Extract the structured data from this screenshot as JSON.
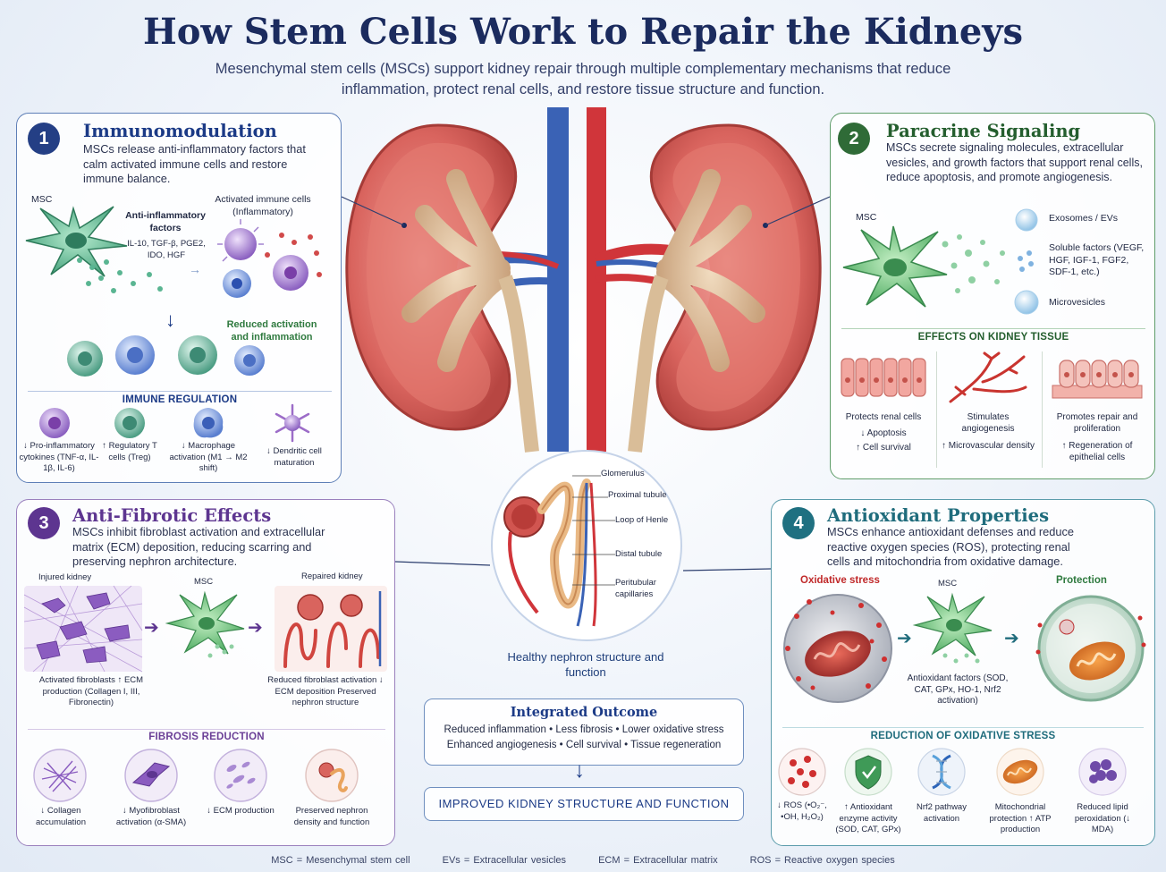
{
  "header": {
    "title": "How Stem Cells Work to Repair the Kidneys",
    "subtitle": "Mesenchymal stem cells (MSCs) support kidney repair through multiple complementary mechanisms that reduce inflammation, protect renal cells, and restore tissue structure and function."
  },
  "colors": {
    "navy": "#1b2b5e",
    "blue_panel": "#2c4f95",
    "green_panel": "#2f7a3f",
    "purple_panel": "#6a3f96",
    "teal_panel": "#207585",
    "oxidative_red": "#c0292a"
  },
  "panel1": {
    "number": "1",
    "title": "Immunomodulation",
    "desc": "MSCs release anti-inflammatory factors that calm activated immune cells and restore immune balance.",
    "msc_label": "MSC",
    "factors_label": "Anti-inflammatory factors",
    "factors_list": "IL-10, TGF-β, PGE2, IDO, HGF",
    "activated_label": "Activated immune cells (Inflammatory)",
    "reduced_label": "Reduced activation and inflammation",
    "section": "IMMUNE REGULATION",
    "items": [
      {
        "icon": "pro-inflammatory-cell-icon",
        "label": "↓ Pro-inflammatory cytokines (TNF-α, IL-1β, IL-6)"
      },
      {
        "icon": "regulatory-t-cell-icon",
        "label": "↑ Regulatory T cells (Treg)"
      },
      {
        "icon": "macrophage-icon",
        "label": "↓ Macrophage activation (M1 → M2 shift)"
      },
      {
        "icon": "dendritic-cell-icon",
        "label": "↓ Dendritic cell maturation"
      }
    ]
  },
  "panel2": {
    "number": "2",
    "title": "Paracrine Signaling",
    "desc": "MSCs secrete signaling molecules, extracellular vesicles, and growth factors that support renal cells, reduce apoptosis, and promote angiogenesis.",
    "msc_label": "MSC",
    "exosomes_label": "Exosomes / EVs",
    "soluble_label": "Soluble factors (VEGF, HGF, IGF-1, FGF2, SDF-1, etc.)",
    "microvesicles_label": "Microvesicles",
    "section": "EFFECTS ON KIDNEY TISSUE",
    "items": [
      {
        "icon": "renal-cells-icon",
        "title": "Protects renal cells",
        "l1": "↓ Apoptosis",
        "l2": "↑ Cell survival"
      },
      {
        "icon": "blood-vessels-icon",
        "title": "Stimulates angiogenesis",
        "l1": "↑ Microvascular density",
        "l2": ""
      },
      {
        "icon": "epithelium-icon",
        "title": "Promotes repair and proliferation",
        "l1": "↑ Regeneration of epithelial cells",
        "l2": ""
      }
    ]
  },
  "panel3": {
    "number": "3",
    "title": "Anti-Fibrotic Effects",
    "desc": "MSCs inhibit fibroblast activation and extracellular matrix (ECM) deposition, reducing scarring and preserving nephron architecture.",
    "injured_label": "Injured kidney",
    "msc_label": "MSC",
    "repaired_label": "Repaired kidney",
    "activated_fib": "Activated fibroblasts ↑ ECM production (Collagen I, III, Fibronectin)",
    "reduced_fib": "Reduced fibroblast activation ↓ ECM deposition Preserved nephron structure",
    "section": "FIBROSIS REDUCTION",
    "items": [
      {
        "icon": "collagen-icon",
        "label": "↓ Collagen accumulation"
      },
      {
        "icon": "myofibroblast-icon",
        "label": "↓ Myofibroblast activation (α-SMA)"
      },
      {
        "icon": "ecm-icon",
        "label": "↓ ECM production"
      },
      {
        "icon": "nephron-icon",
        "label": "Preserved nephron density and function"
      }
    ]
  },
  "panel4": {
    "number": "4",
    "title": "Antioxidant Properties",
    "desc": "MSCs enhance antioxidant defenses and reduce reactive oxygen species (ROS), protecting renal cells and mitochondria from oxidative damage.",
    "oxidative_label": "Oxidative stress",
    "msc_label": "MSC",
    "protection_label": "Protection",
    "factors_label": "Antioxidant factors (SOD, CAT, GPx, HO-1, Nrf2 activation)",
    "section": "REDUCTION OF OXIDATIVE STRESS",
    "items": [
      {
        "icon": "ros-icon",
        "label": "↓ ROS (•O₂⁻, •OH, H₂O₂)"
      },
      {
        "icon": "shield-icon",
        "label": "↑ Antioxidant enzyme activity (SOD, CAT, GPx)"
      },
      {
        "icon": "dna-icon",
        "label": "Nrf2 pathway activation"
      },
      {
        "icon": "mitochondria-icon",
        "label": "Mitochondrial protection ↑ ATP production"
      },
      {
        "icon": "lipid-icon",
        "label": "Reduced lipid peroxidation (↓ MDA)"
      }
    ]
  },
  "nephron": {
    "labels": [
      "Glomerulus",
      "Proximal tubule",
      "Loop of Henle",
      "Distal tubule",
      "Peritubular capillaries"
    ],
    "caption": "Healthy nephron structure and function"
  },
  "outcome": {
    "title": "Integrated Outcome",
    "line1": "Reduced inflammation • Less fibrosis • Lower oxidative stress",
    "line2": "Enhanced angiogenesis • Cell survival • Tissue regeneration",
    "final": "IMPROVED KIDNEY STRUCTURE AND FUNCTION"
  },
  "footer": [
    "MSC = Mesenchymal stem cell",
    "EVs = Extracellular vesicles",
    "ECM = Extracellular matrix",
    "ROS = Reactive oxygen species"
  ]
}
